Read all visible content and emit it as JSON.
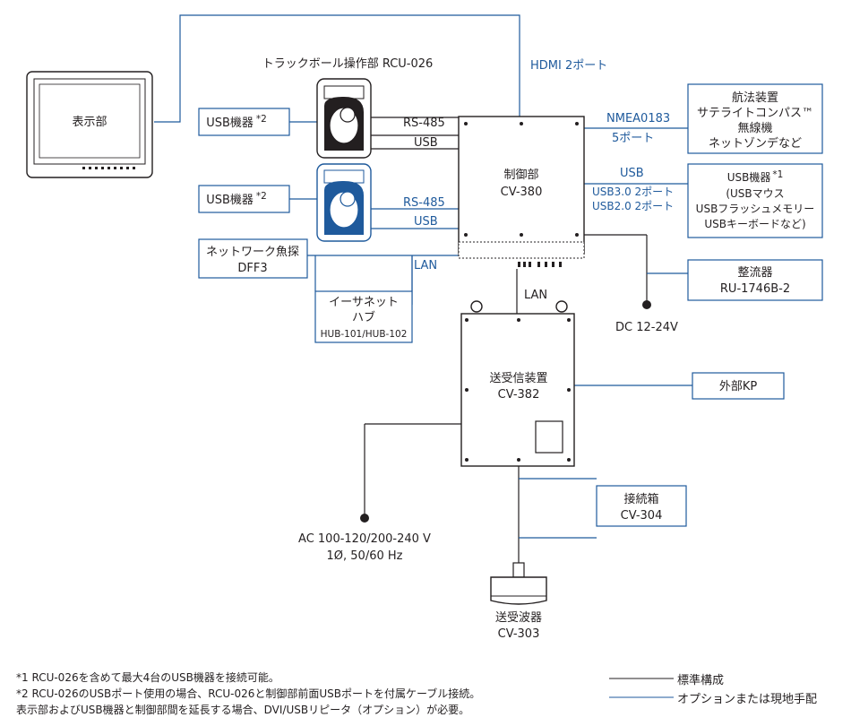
{
  "display_unit": {
    "label": "表示部"
  },
  "trackball": {
    "title": "トラックボール操作部 RCU-026"
  },
  "hdmi": {
    "label": "HDMI 2ポート"
  },
  "usb_device_top": {
    "label": "USB機器",
    "note": "*2"
  },
  "usb_device_mid": {
    "label": "USB機器",
    "note": "*2"
  },
  "link_labels": {
    "rs485_1": "RS-485",
    "usb_1": "USB",
    "rs485_2": "RS-485",
    "usb_2": "USB",
    "lan_1": "LAN",
    "lan_2": "LAN"
  },
  "processor": {
    "line1": "制御部",
    "line2": "CV-380"
  },
  "nmea": {
    "line1": "NMEA0183",
    "line2": "5ポート"
  },
  "nav_equipment": {
    "line1": "航法装置",
    "line2": "サテライトコンパス™",
    "line3": "無線機",
    "line4": "ネットゾンデなど"
  },
  "usb_ports": {
    "label": "USB",
    "line1": "USB3.0  2ポート",
    "line2": "USB2.0  2ポート"
  },
  "usb_device_opt": {
    "line1": "USB機器",
    "note": "*1",
    "line2": "(USBマウス",
    "line3": "USBフラッシュメモリー",
    "line4": "USBキーボードなど)"
  },
  "fish_finder": {
    "line1": "ネットワーク魚探",
    "line2": "DFF3"
  },
  "ethernet_hub": {
    "line1": "イーサネット",
    "line2": "ハブ",
    "line3": "HUB-101/HUB-102"
  },
  "rectifier": {
    "line1": "整流器",
    "line2": "RU-1746B-2"
  },
  "dc_power": {
    "label": "DC 12-24V"
  },
  "transceiver": {
    "line1": "送受信装置",
    "line2": "CV-382"
  },
  "external_kp": {
    "label": "外部KP"
  },
  "junction_box": {
    "line1": "接続箱",
    "line2": "CV-304"
  },
  "ac_power": {
    "line1": "AC 100-120/200-240 V",
    "line2": "1Ø, 50/60 Hz"
  },
  "transducer": {
    "line1": "送受波器",
    "line2": "CV-303"
  },
  "footnotes": {
    "note1": "*1  RCU-026を含めて最大4台のUSB機器を接続可能。",
    "note2": "*2  RCU-026のUSBポート使用の場合、RCU-026と制御部前面USBポートを付属ケーブル接続。",
    "note3": "表示部およびUSB機器と制御部間を延長する場合、DVI/USBリピータ（オプション）が必要。"
  },
  "legend": {
    "standard": "標準構成",
    "optional": "オプションまたは現地手配"
  },
  "colors": {
    "optional_line": "#1f5a9c",
    "standard_line": "#231f20"
  }
}
